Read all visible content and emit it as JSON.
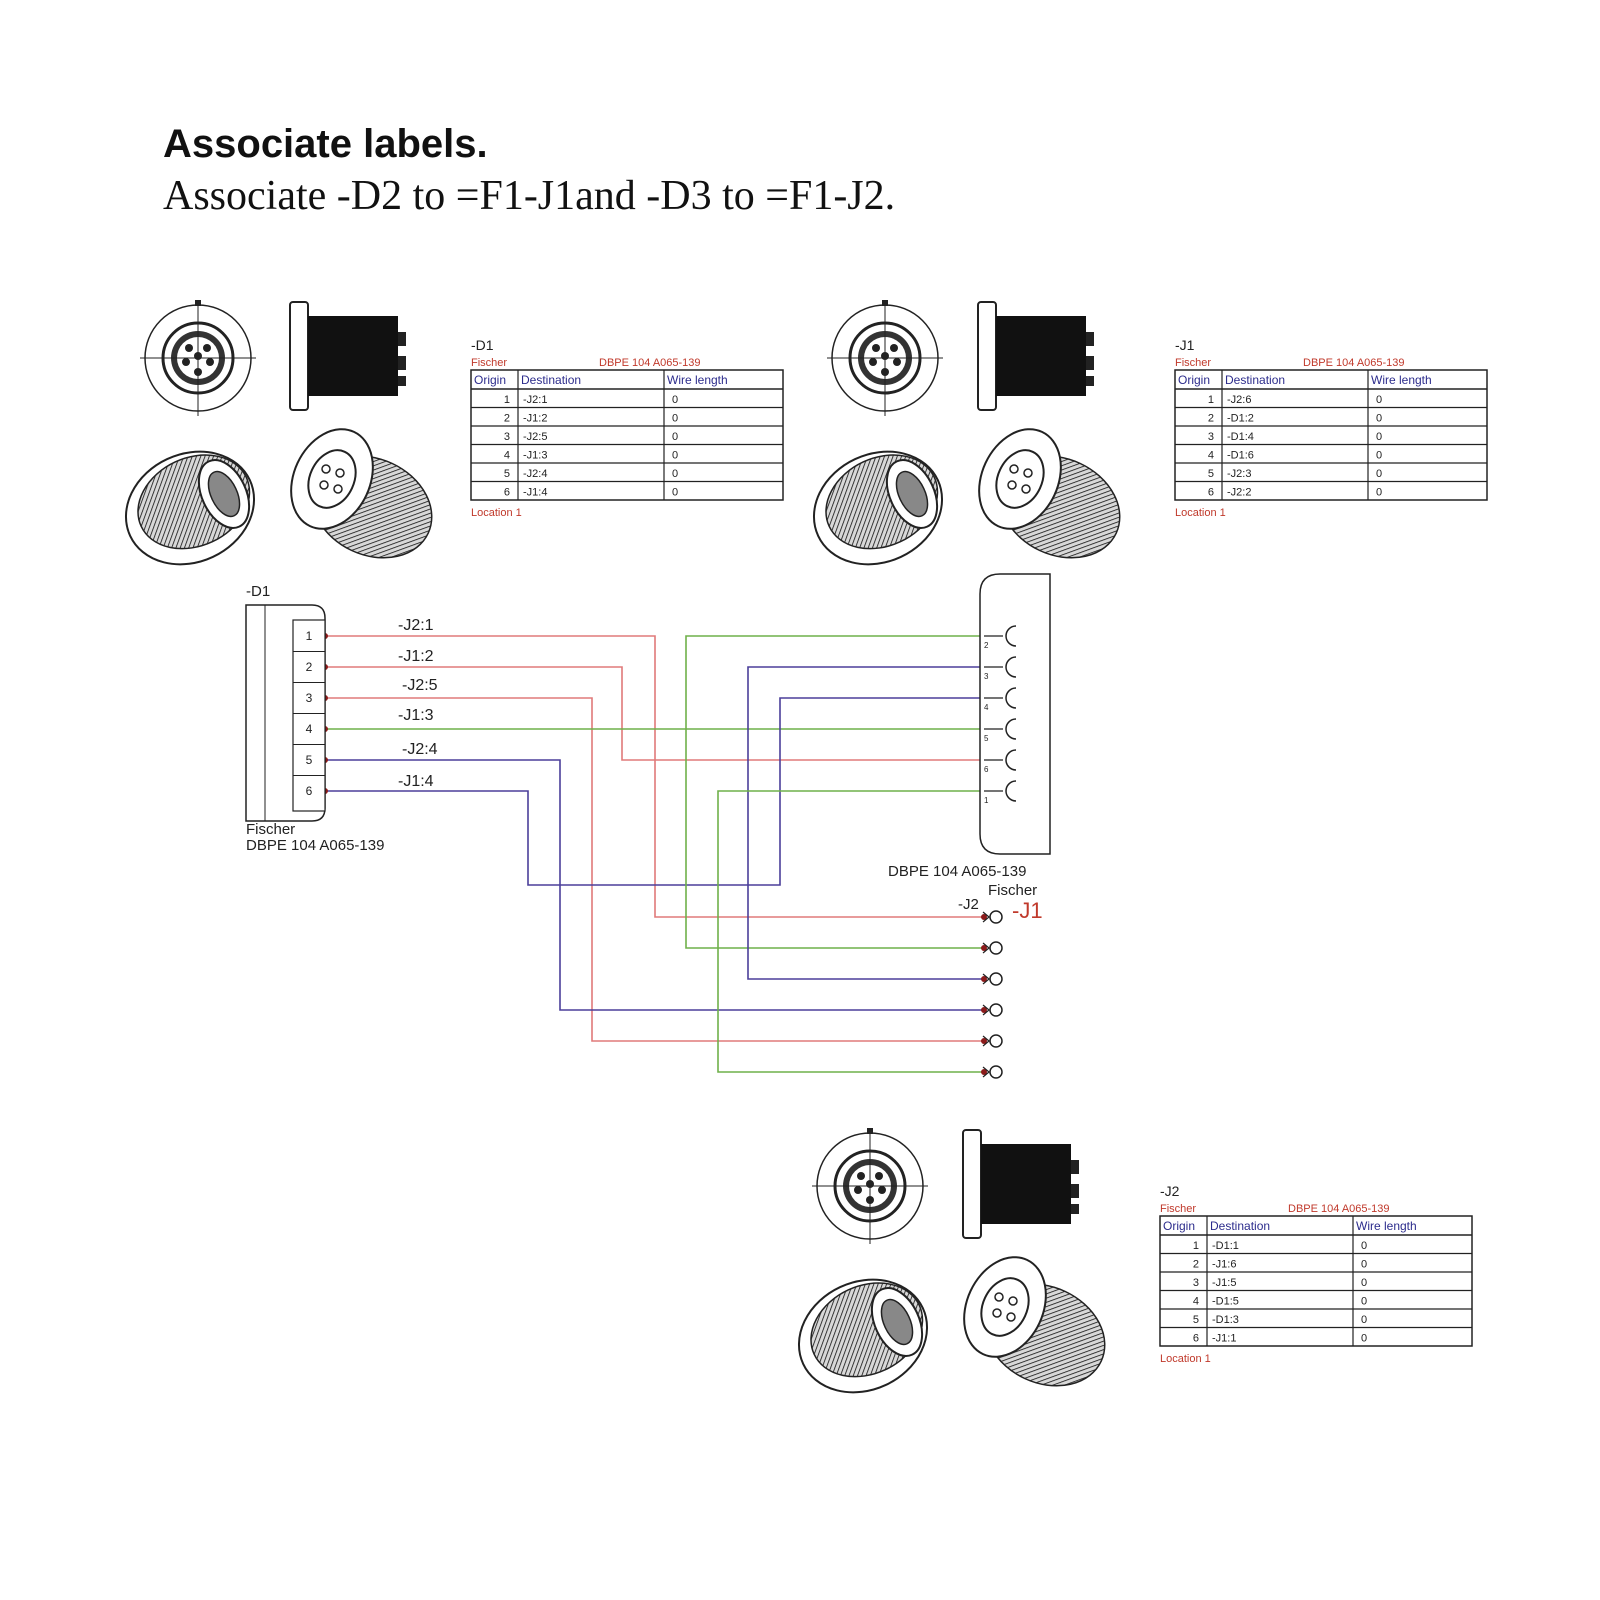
{
  "heading": {
    "title": "Associate labels.",
    "subtitle": "Associate -D2 to =F1-J1and -D3 to =F1-J2."
  },
  "colors": {
    "red_wire": "#e07a7a",
    "green_wire": "#6fb04a",
    "blue_wire": "#4b3f9a",
    "label_red": "#c0392b",
    "table_blue": "#2c2c8c"
  },
  "tables": [
    {
      "name": "-D1",
      "maker": "Fischer",
      "part": "DBPE 104 A065-139",
      "location": "Location 1",
      "headers": [
        "Origin",
        "Destination",
        "Wire length"
      ],
      "rows": [
        [
          "1",
          "-J2:1",
          "0"
        ],
        [
          "2",
          "-J1:2",
          "0"
        ],
        [
          "3",
          "-J2:5",
          "0"
        ],
        [
          "4",
          "-J1:3",
          "0"
        ],
        [
          "5",
          "-J2:4",
          "0"
        ],
        [
          "6",
          "-J1:4",
          "0"
        ]
      ]
    },
    {
      "name": "-J1",
      "maker": "Fischer",
      "part": "DBPE 104 A065-139",
      "location": "Location 1",
      "headers": [
        "Origin",
        "Destination",
        "Wire length"
      ],
      "rows": [
        [
          "1",
          "-J2:6",
          "0"
        ],
        [
          "2",
          "-D1:2",
          "0"
        ],
        [
          "3",
          "-D1:4",
          "0"
        ],
        [
          "4",
          "-D1:6",
          "0"
        ],
        [
          "5",
          "-J2:3",
          "0"
        ],
        [
          "6",
          "-J2:2",
          "0"
        ]
      ]
    },
    {
      "name": "-J2",
      "maker": "Fischer",
      "part": "DBPE 104 A065-139",
      "location": "Location 1",
      "headers": [
        "Origin",
        "Destination",
        "Wire length"
      ],
      "rows": [
        [
          "1",
          "-D1:1",
          "0"
        ],
        [
          "2",
          "-J1:6",
          "0"
        ],
        [
          "3",
          "-J1:5",
          "0"
        ],
        [
          "4",
          "-D1:5",
          "0"
        ],
        [
          "5",
          "-D1:3",
          "0"
        ],
        [
          "6",
          "-J1:1",
          "0"
        ]
      ]
    }
  ],
  "schematic": {
    "d1": {
      "name": "-D1",
      "maker": "Fischer",
      "part": "DBPE 104 A065-139",
      "pins": [
        "1",
        "2",
        "3",
        "4",
        "5",
        "6"
      ],
      "wire_labels": [
        "-J2:1",
        "-J1:2",
        "-J2:5",
        "-J1:3",
        "-J2:4",
        "-J1:4"
      ]
    },
    "j1": {
      "part": "DBPE 104 A065-139",
      "maker": "Fischer",
      "pins": [
        "2",
        "3",
        "4",
        "5",
        "6",
        "1"
      ]
    },
    "j2": {
      "name": "-J2",
      "red_label": "-J1"
    }
  }
}
